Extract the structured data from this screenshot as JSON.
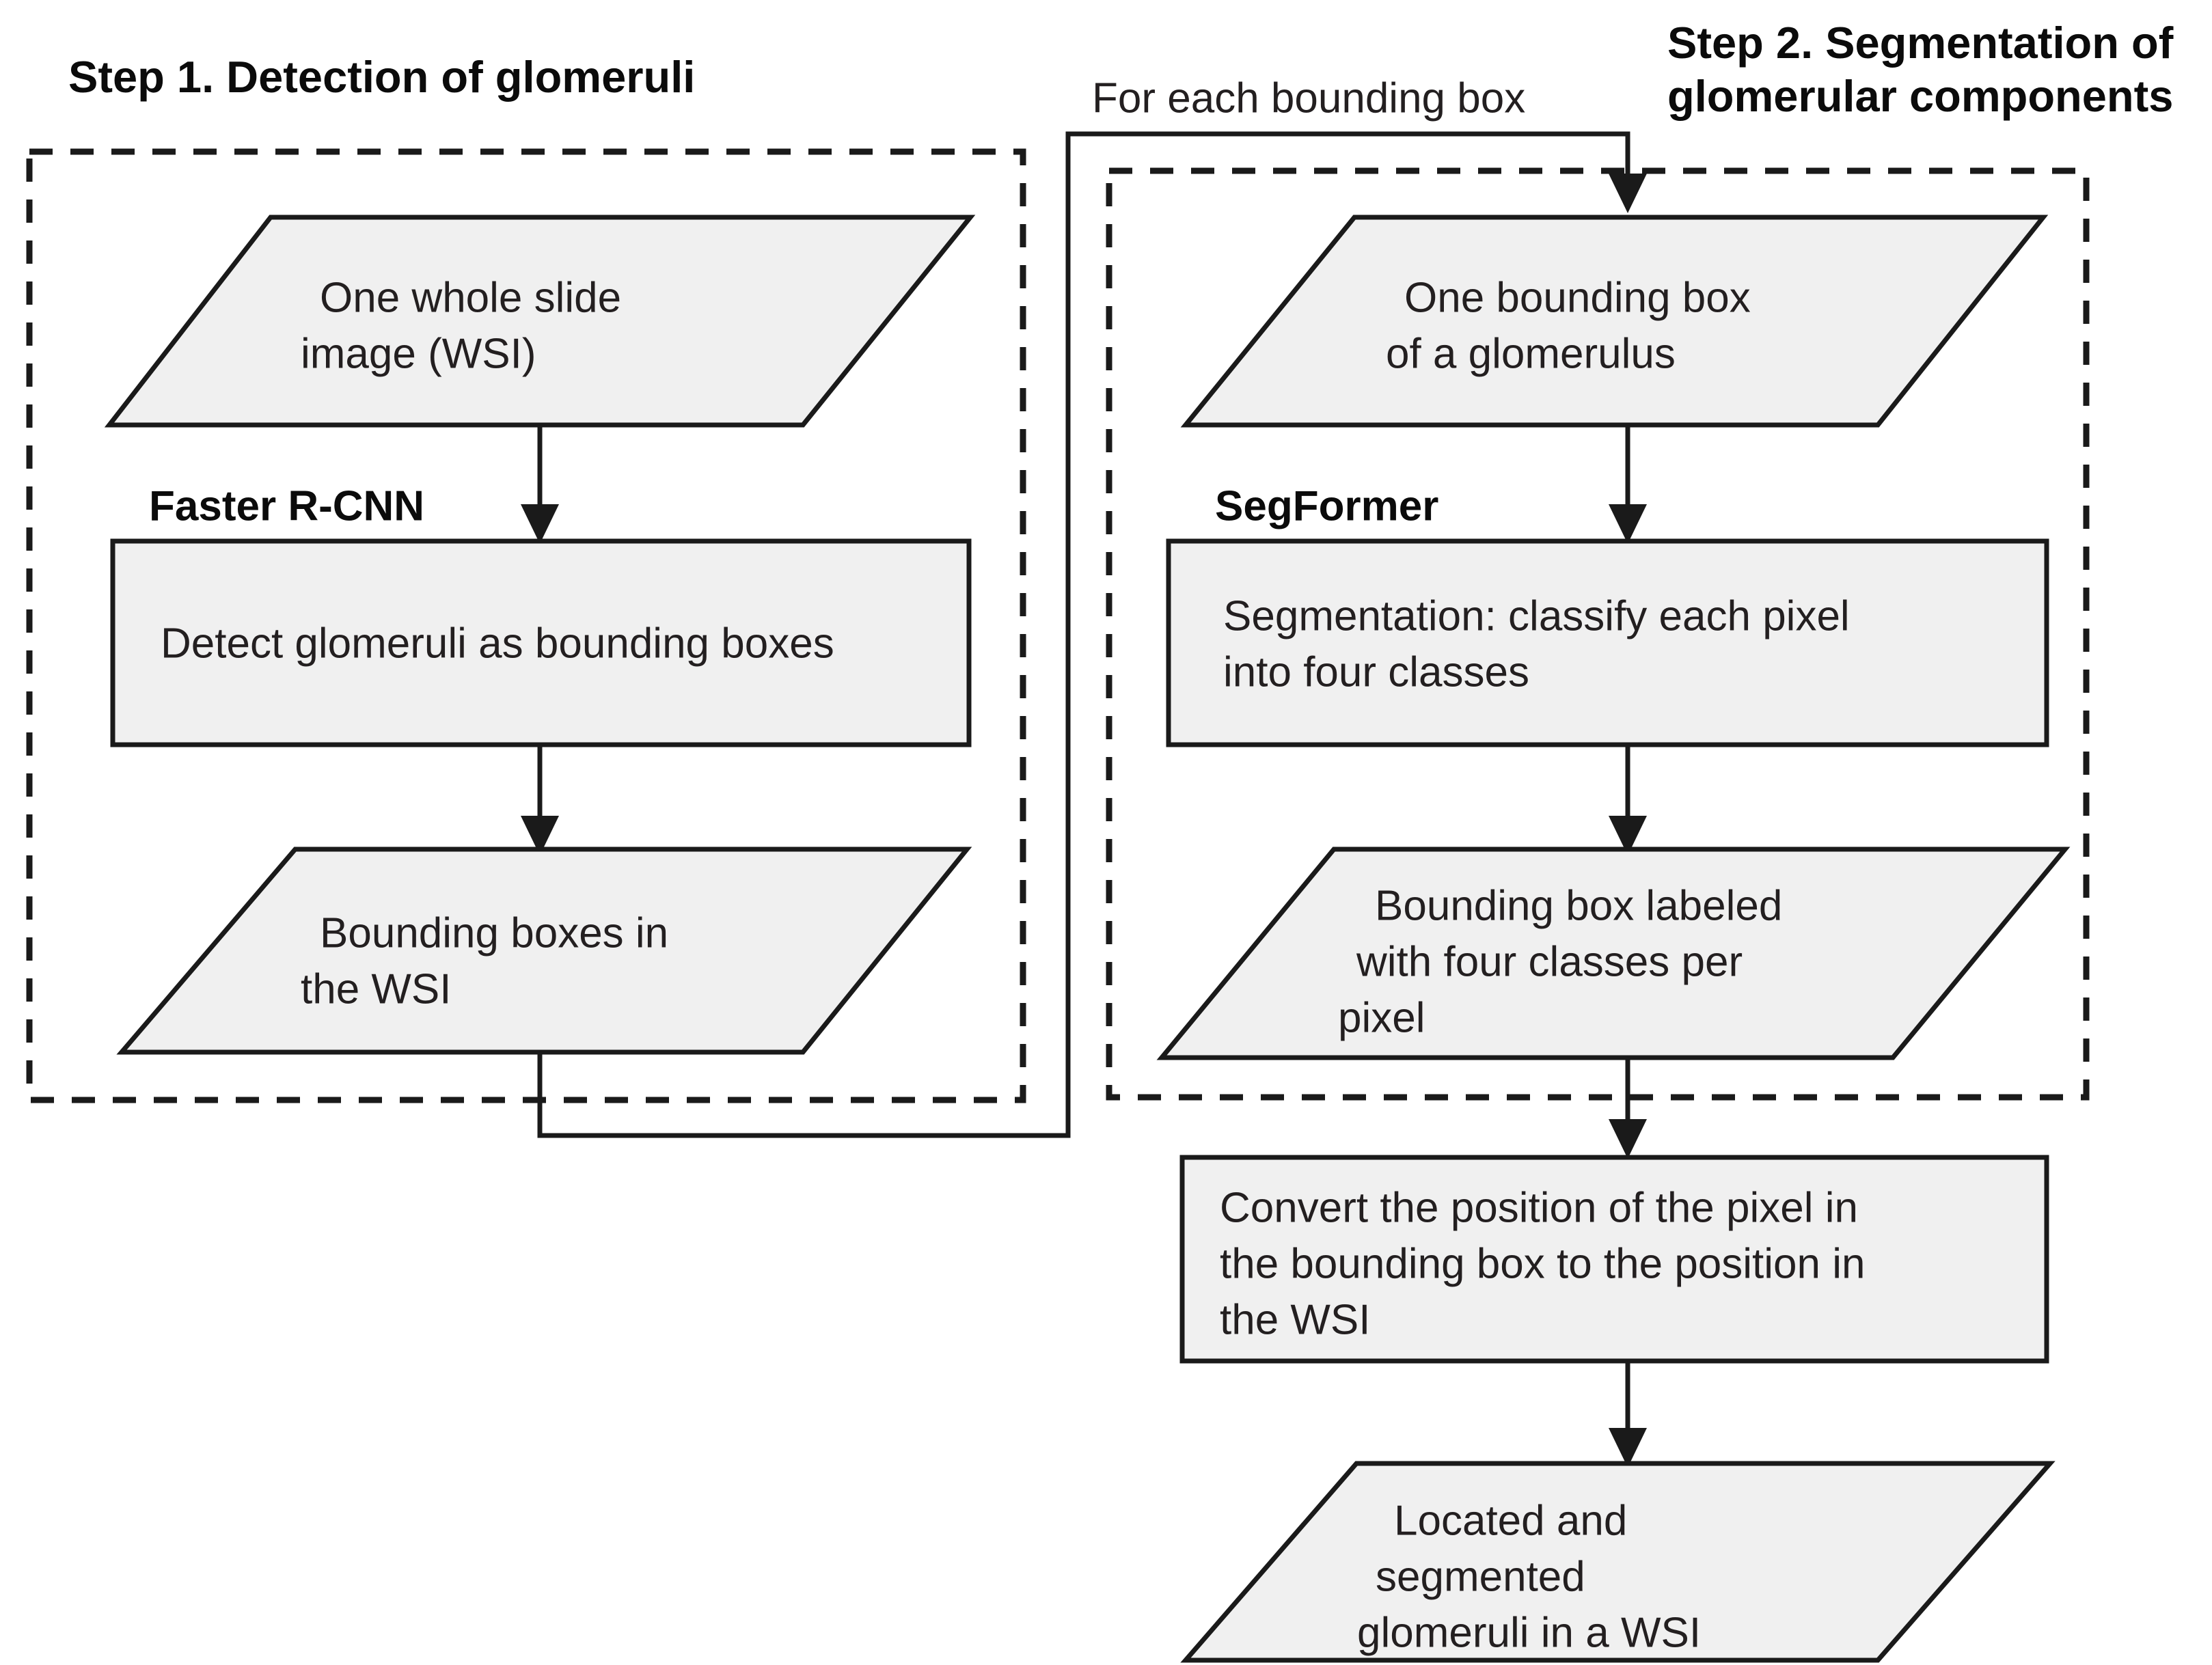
{
  "figure": {
    "kind": "flowchart",
    "background_color": "#ffffff",
    "shape_fill_color": "#f0f0f0",
    "shape_stroke_color": "#1a1a1a",
    "text_color": "#231f20",
    "group_border_style": "dashed"
  },
  "steps": [
    {
      "id": "step1",
      "title": "Step 1. Detection of glomeruli",
      "model_label": "Faster R-CNN"
    },
    {
      "id": "step2",
      "title_line1": "Step 2. Segmentation of",
      "title_line2": "glomerular components",
      "model_label": "SegFormer"
    }
  ],
  "loop": {
    "label": "For each bounding box"
  },
  "nodes": {
    "wsi_input": {
      "shape": "parallelogram",
      "lines": [
        "One whole slide",
        "image (WSI)"
      ]
    },
    "detect_boxes": {
      "shape": "rectangle",
      "lines": [
        "Detect glomeruli as bounding boxes"
      ]
    },
    "boxes_in_wsi": {
      "shape": "parallelogram",
      "lines": [
        "Bounding boxes in",
        "the WSI"
      ]
    },
    "one_box": {
      "shape": "parallelogram",
      "lines": [
        "One bounding box",
        "of a glomerulus"
      ]
    },
    "segmentation": {
      "shape": "rectangle",
      "lines": [
        "Segmentation: classify each pixel",
        "into four classes"
      ]
    },
    "labeled_box": {
      "shape": "parallelogram",
      "lines": [
        "Bounding box labeled",
        "with four classes per",
        "pixel"
      ]
    },
    "convert_position": {
      "shape": "rectangle",
      "lines": [
        "Convert the position of the pixel in",
        "the bounding box to the position in",
        "the WSI"
      ]
    },
    "final_output": {
      "shape": "parallelogram",
      "lines": [
        "Located and",
        "segmented",
        "glomeruli in a WSI"
      ]
    }
  }
}
